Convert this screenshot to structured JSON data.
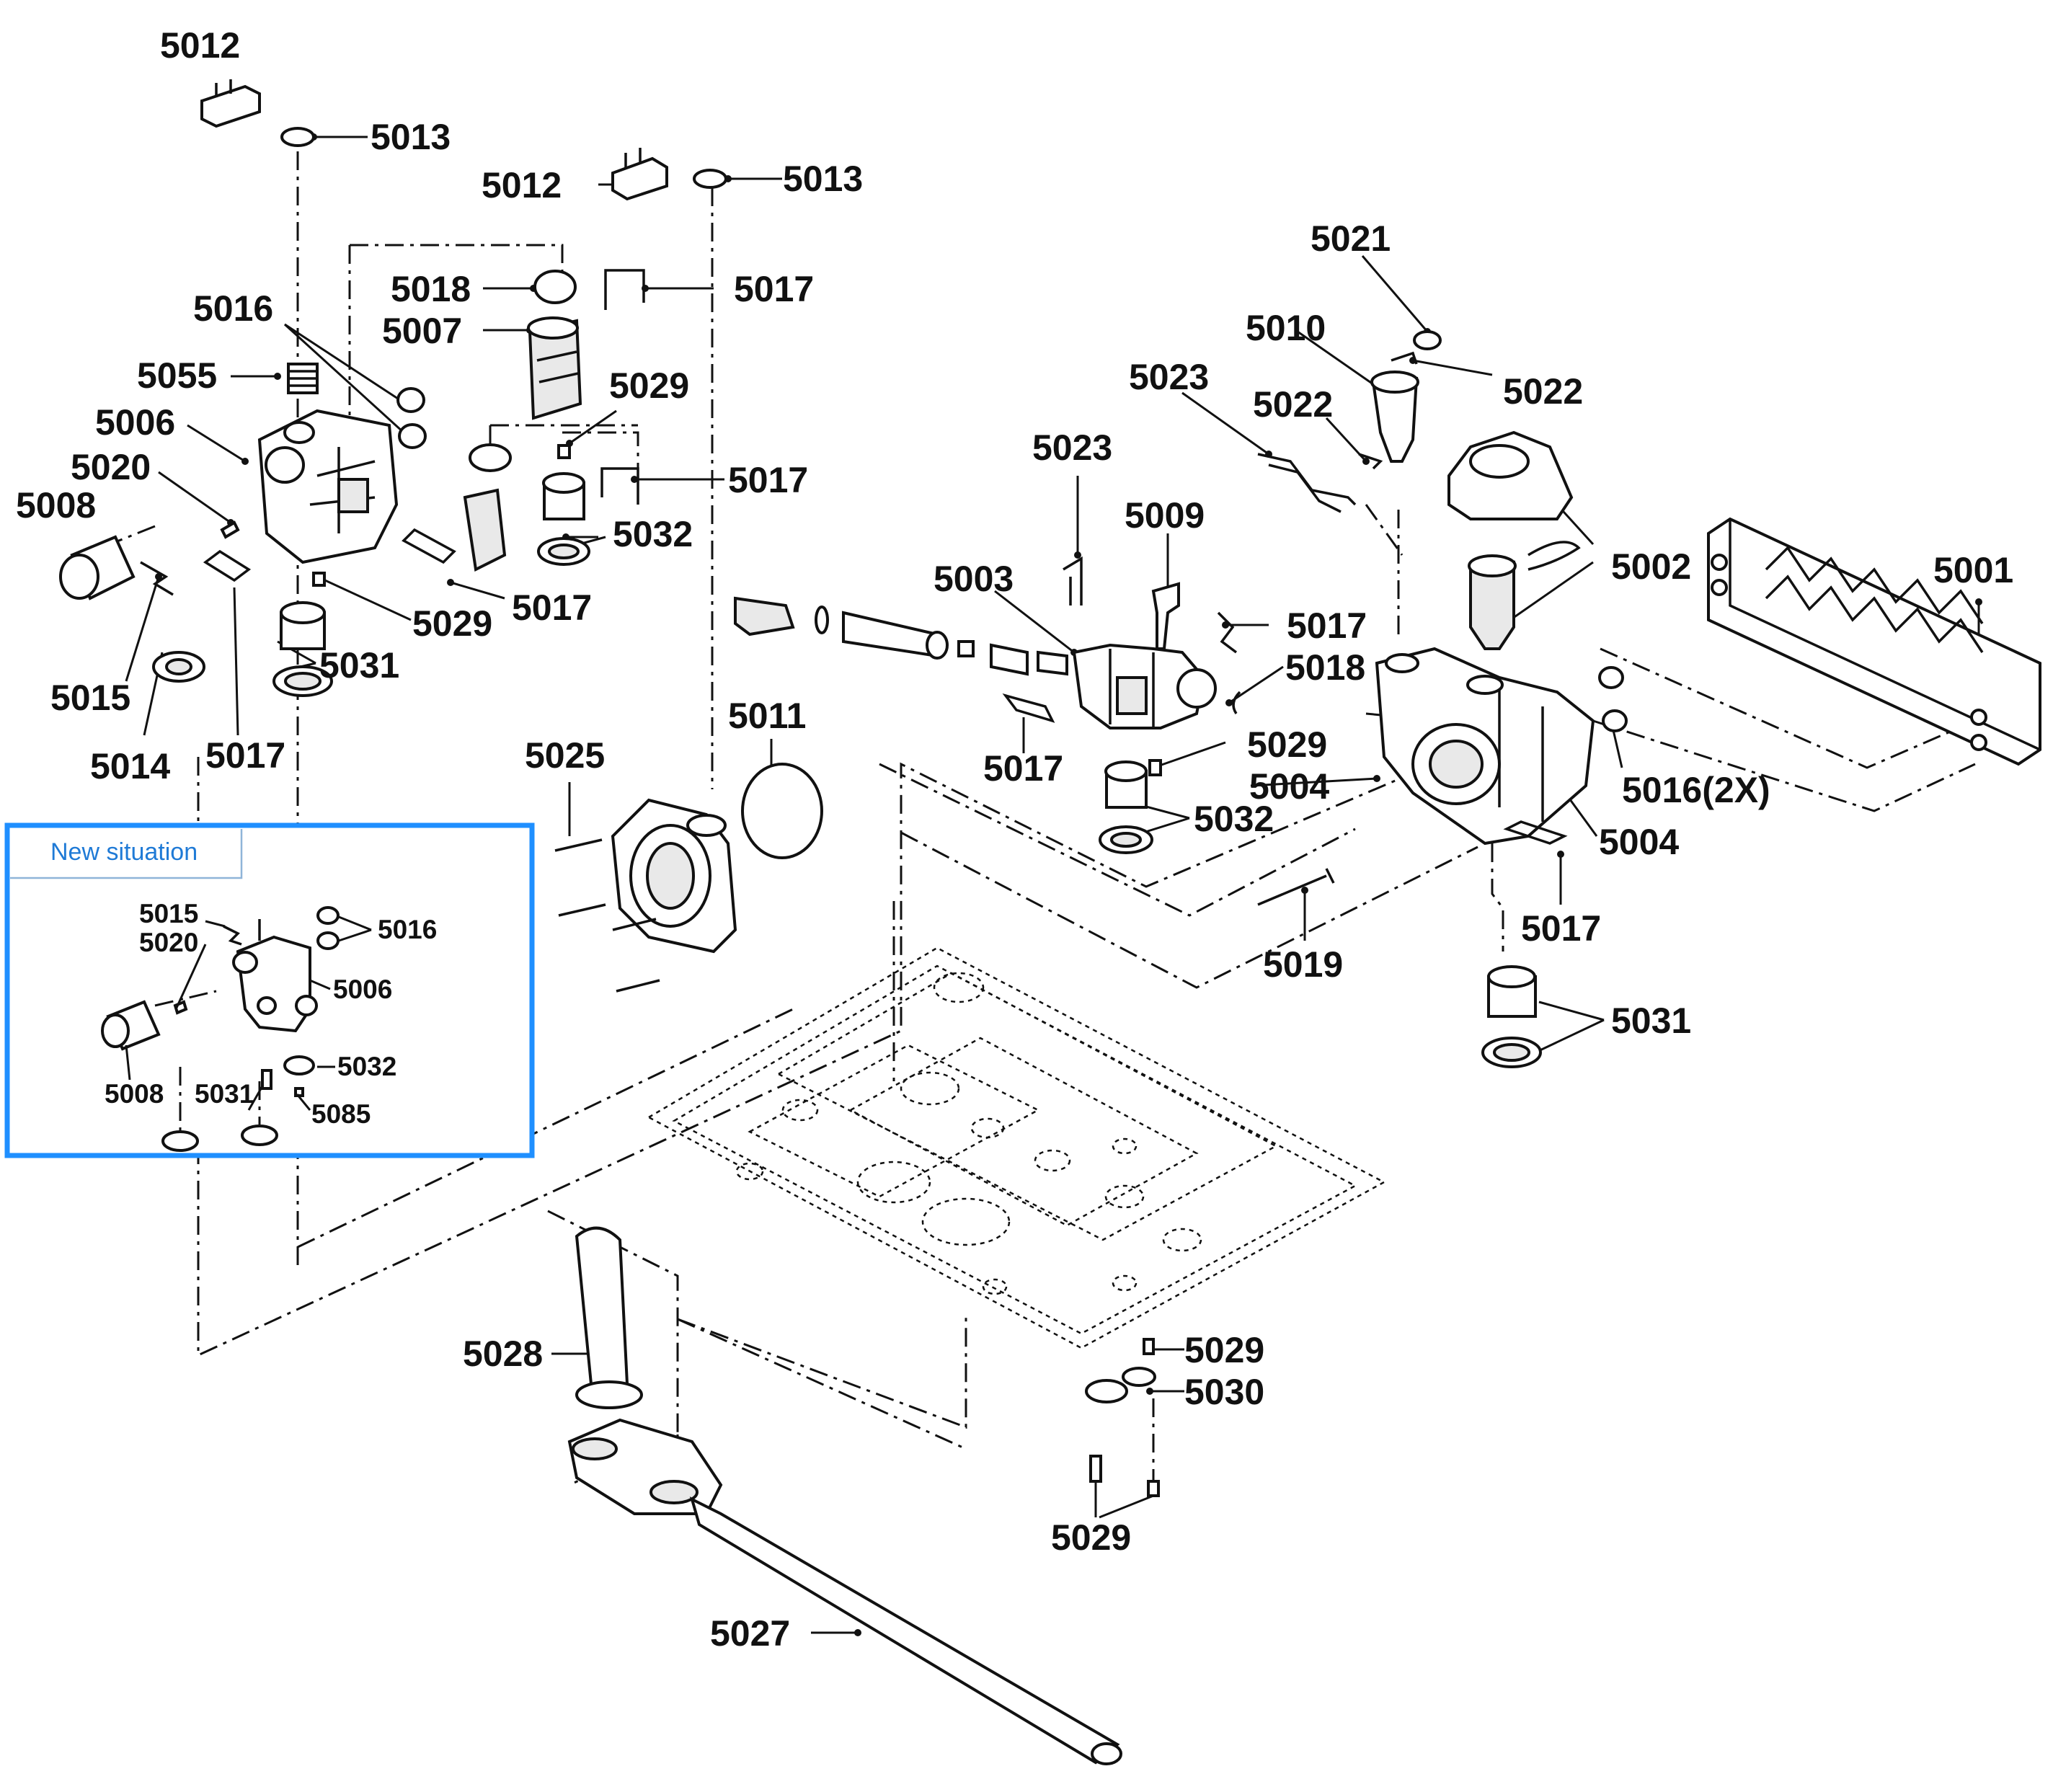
{
  "inset": {
    "title": "New situation",
    "frame_color": "#1f8fff"
  },
  "labels": {
    "l5012a": "5012",
    "l5013a": "5013",
    "l5012b": "5012",
    "l5013b": "5013",
    "l5016a": "5016",
    "l5018a": "5018",
    "l5017a": "5017",
    "l5007": "5007",
    "l5055": "5055",
    "l5006": "5006",
    "l5029a": "5029",
    "l5020": "5020",
    "l5008": "5008",
    "l5017b": "5017",
    "l5032a": "5032",
    "l5029b": "5029",
    "l5017c": "5017",
    "l5031a": "5031",
    "l5015": "5015",
    "l5014": "5014",
    "l5017d": "5017",
    "l5021": "5021",
    "l5010": "5010",
    "l5022a": "5022",
    "l5023a": "5023",
    "l5022b": "5022",
    "l5023b": "5023",
    "l5009": "5009",
    "l5002": "5002",
    "l5001": "5001",
    "l5003": "5003",
    "l5017e": "5017",
    "l5018b": "5018",
    "l5011": "5011",
    "l5025": "5025",
    "l5029c": "5029",
    "l5017f": "5017",
    "l5004a": "5004",
    "l5016b": "5016(2X)",
    "l5032b": "5032",
    "l5004b": "5004",
    "l5017g": "5017",
    "l5019": "5019",
    "l5031b": "5031",
    "l5028": "5028",
    "l5029d": "5029",
    "l5030": "5030",
    "l5029e": "5029",
    "l5027": "5027",
    "i5015": "5015",
    "i5020": "5020",
    "i5016": "5016",
    "i5006": "5006",
    "i5032": "5032",
    "i5008": "5008",
    "i5031": "5031",
    "i5085": "5085"
  }
}
